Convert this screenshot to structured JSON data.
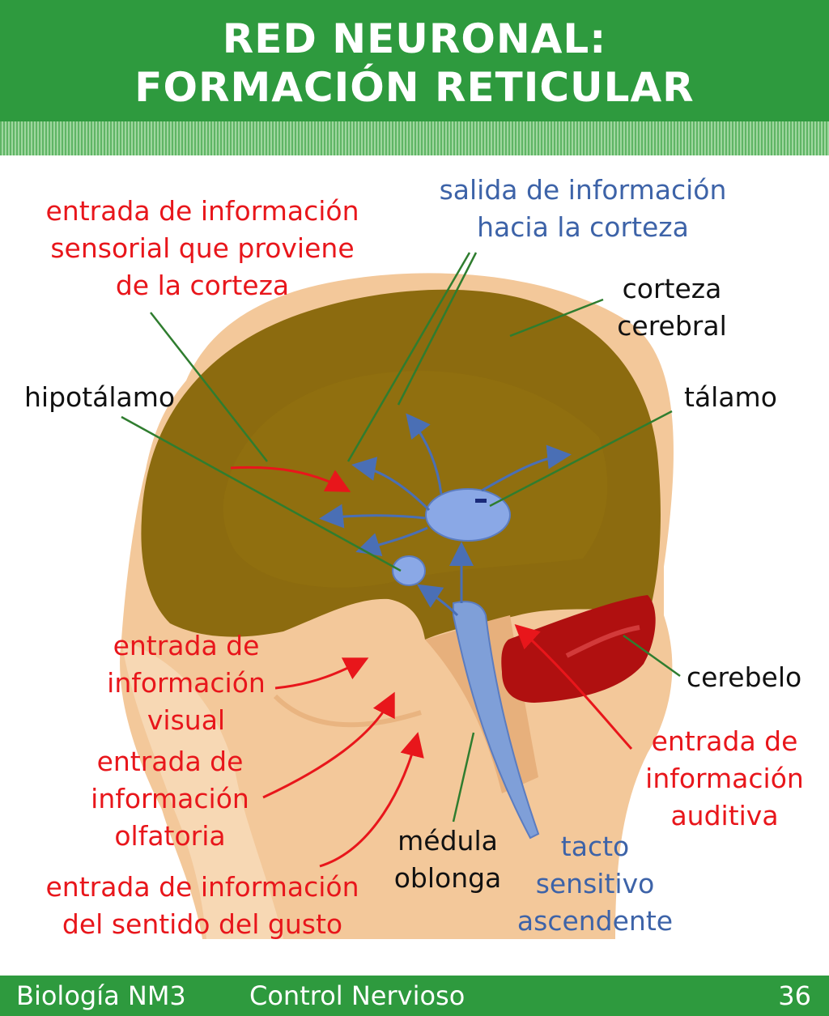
{
  "header": {
    "title_line1": "RED NEURONAL:",
    "title_line2": "FORMACIÓN RETICULAR"
  },
  "labels": {
    "sensorial_input": [
      "entrada de información",
      "sensorial que proviene",
      "de la corteza"
    ],
    "output_cortex": [
      "salida de información",
      "hacia la corteza"
    ],
    "cerebral_cortex": [
      "corteza",
      "cerebral"
    ],
    "hypothalamus": "hipotálamo",
    "thalamus": "tálamo",
    "cerebellum": "cerebelo",
    "visual_input": [
      "entrada de",
      "información",
      "visual"
    ],
    "olfactory_input": [
      "entrada de",
      "información",
      "olfatoria"
    ],
    "taste_input": [
      "entrada de información",
      "del sentido del gusto"
    ],
    "auditory_input": [
      "entrada de",
      "información",
      "auditiva"
    ],
    "medulla": [
      "médula",
      "oblonga"
    ],
    "touch": [
      "tacto",
      "sensitivo",
      "ascendente"
    ]
  },
  "footer": {
    "course": "Biología NM3",
    "topic": "Control Nervioso",
    "page": "36"
  },
  "colors": {
    "header_green": "#2e9a3e",
    "input_red": "#e8161b",
    "output_blue": "#3d63a8",
    "brain_brown": "#8c6b0f",
    "skin": "#f3c89a",
    "cerebellum_red": "#b01010",
    "pointer_green": "#2f7d2f"
  }
}
